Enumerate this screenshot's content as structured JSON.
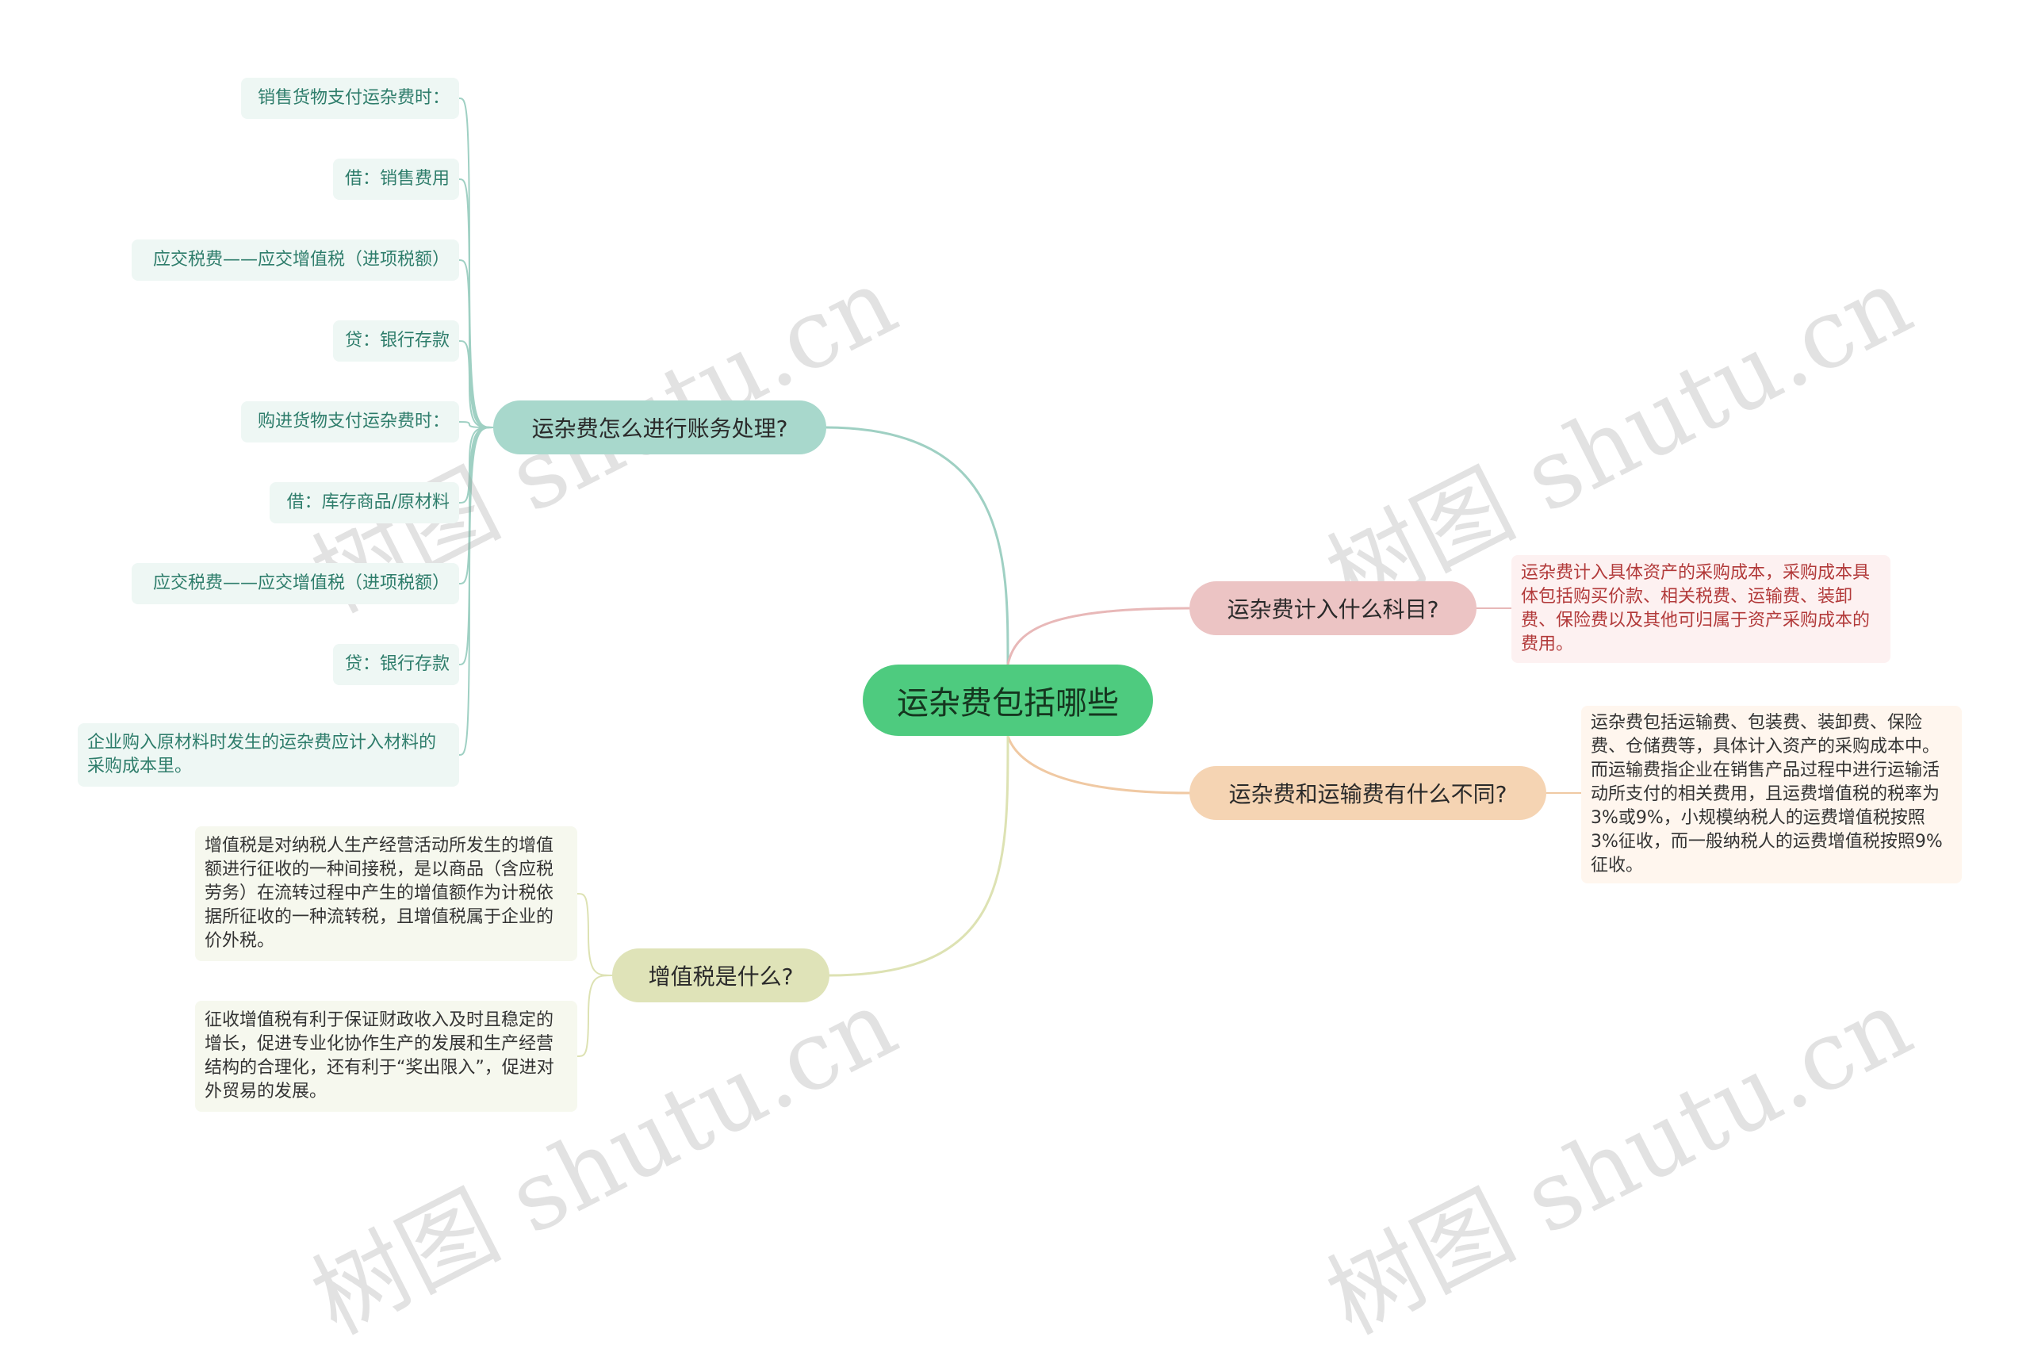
{
  "central": {
    "label": "运杂费包括哪些",
    "color": "#4ecb7f"
  },
  "branches": {
    "accounting": {
      "label": "运杂费怎么进行账务处理?",
      "color": "#a8d8cc",
      "line_color": "#9fd0c3",
      "items": [
        "销售货物支付运杂费时：",
        "借：销售费用",
        "应交税费——应交增值税（进项税额）",
        "贷：银行存款",
        "购进货物支付运杂费时：",
        "借：库存商品/原材料",
        "应交税费——应交增值税（进项税额）",
        "贷：银行存款",
        "企业购入原材料时发生的运杂费应计入材料的采购成本里。"
      ]
    },
    "subject": {
      "label": "运杂费计入什么科目?",
      "color": "#ecc4c4",
      "line_color": "#e8b8b8",
      "text": "运杂费计入具体资产的采购成本，采购成本具体包括购买价款、相关税费、运输费、装卸费、保险费以及其他可归属于资产采购成本的费用。"
    },
    "difference": {
      "label": "运杂费和运输费有什么不同?",
      "color": "#f5d4b3",
      "line_color": "#f0c9a3",
      "text": "运杂费包括运输费、包装费、装卸费、保险费、仓储费等，具体计入资产的采购成本中。而运输费指企业在销售产品过程中进行运输活动所支付的相关费用，且运费增值税的税率为3%或9%，小规模纳税人的运费增值税按照3%征收，而一般纳税人的运费增值税按照9%征收。"
    },
    "vat": {
      "label": "增值税是什么?",
      "color": "#dfe3b8",
      "line_color": "#dde2b3",
      "items": [
        "增值税是对纳税人生产经营活动所发生的增值额进行征收的一种间接税，是以商品（含应税劳务）在流转过程中产生的增值额作为计税依据所征收的一种流转税，且增值税属于企业的价外税。",
        "征收增值税有利于保证财政收入及时且稳定的增长，促进专业化协作生产的发展和生产经营结构的合理化，还有利于“奖出限入”，促进对外贸易的发展。"
      ]
    }
  },
  "watermark": "树图 shutu.cn"
}
